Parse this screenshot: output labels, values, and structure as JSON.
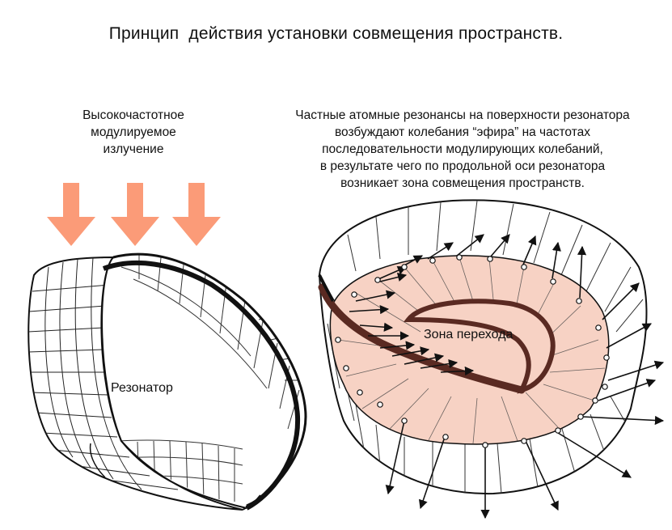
{
  "title": "Принцип  действия установки совмещения пространств.",
  "left_caption": [
    "Высокочастотное",
    "модулируемое",
    "излучение"
  ],
  "right_caption": [
    "Частные атомные резонансы на поверхности резонатора",
    "возбуждают колебания “эфира” на частотах",
    "последовательности модулирующих колебаний,",
    "в результате чего по продольной оси резонатора",
    "возникает зона совмещения пространств."
  ],
  "resonator_label": "Резонатор",
  "transition_label": "Зона перехода",
  "colors": {
    "arrow_salmon": "#fb9b78",
    "zone_fill": "#f7d2c4",
    "band_brown": "#5a2a22",
    "ink": "#111111"
  }
}
